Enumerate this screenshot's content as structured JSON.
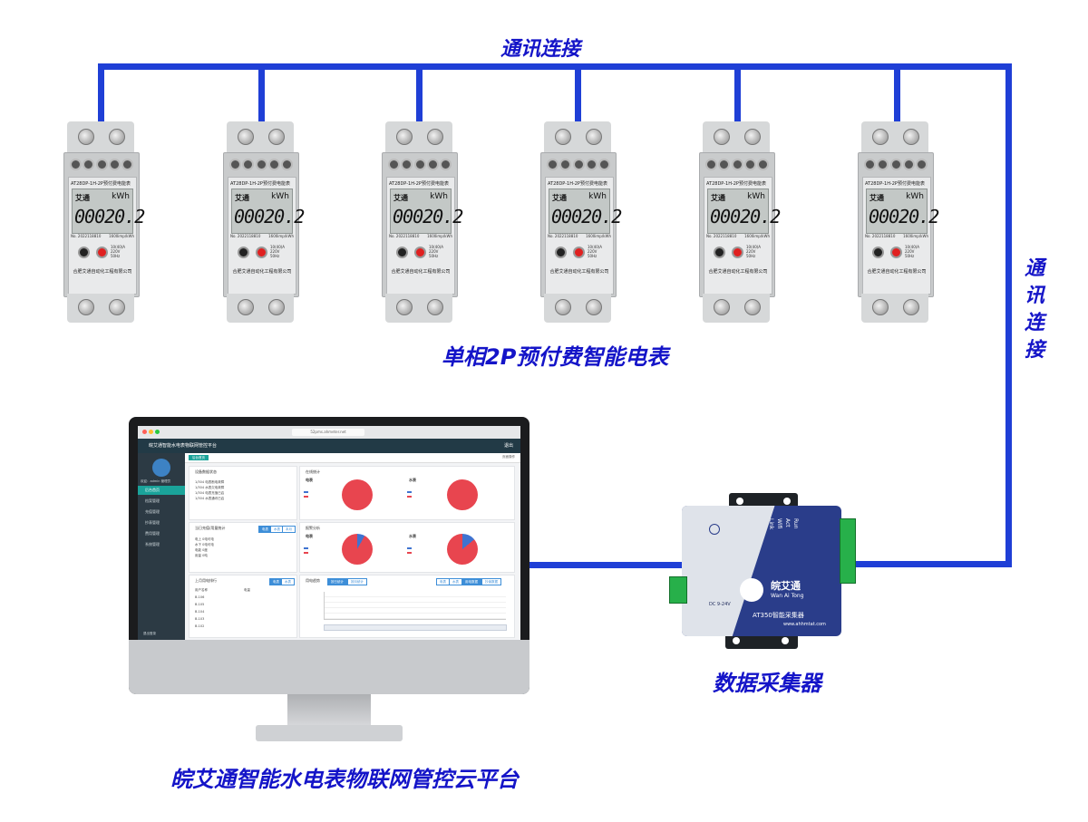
{
  "labels": {
    "comm_top": "通讯连接",
    "comm_right": [
      "通",
      "讯",
      "连",
      "接"
    ],
    "meter_caption": "单相2P预付费智能电表",
    "collector_caption": "数据采集器",
    "platform_caption": "皖艾通智能水电表物联网管控云平台"
  },
  "meter": {
    "model": "AT28DP-1H-2P预付费电能表",
    "brand": "艾通",
    "unit": "kWh",
    "reading": "00020.2",
    "serial": "No. 2022118810",
    "spec1": "1600imp/kWh",
    "spec2": "10(40)A",
    "spec3": "220V 50Hz",
    "maker": "合肥艾通自动化工程有限公司",
    "count": 6
  },
  "platform": {
    "url": "52pms.ahmeter.net",
    "title": "皖艾通智能水电表物联网管控平台",
    "exit": "退出",
    "user": "欢迎：admin  管理员",
    "menu": [
      "后台首页",
      "档案管理",
      "充值管理",
      "抄表管理",
      "费用管理",
      "系统管理"
    ],
    "sidebar_footer": "退出登录",
    "tab": "后台首页",
    "tab_right": "页面操作",
    "panels": {
      "device_status": {
        "title": "设备数据状态",
        "lines": [
          "1/304 电表断电故障",
          "1/304 水表欠电故障",
          "1/304 电表充值已启",
          "1/304 水表通讯已启"
        ]
      },
      "online_chart": {
        "title": "在线统计",
        "electric_label": "电表",
        "water_label": "水表"
      },
      "recharge": {
        "title": "当日充值/用量统计",
        "buttons": [
          "电表",
          "水表",
          "本月"
        ],
        "lines": [
          "电上 0电可电",
          "水下 0电可电",
          "电能 0度",
          "用量 0吨"
        ]
      },
      "alarm_chart": {
        "title": "报警分析",
        "electric_label": "电表",
        "water_label": "水表"
      },
      "ranking": {
        "title": "上月用电排行",
        "buttons": [
          "电表",
          "水表"
        ],
        "columns": [
          "用户名称",
          "电量"
        ],
        "rows": [
          "B-106",
          "B-105",
          "B-104",
          "B-103",
          "B-102"
        ]
      },
      "trend": {
        "title": "用电趋势",
        "buttons": [
          "按日统计",
          "按月统计"
        ],
        "right_buttons": [
          "电表",
          "水表",
          "用电数据",
          "抄读数据"
        ]
      }
    }
  },
  "collector": {
    "brand": "皖艾通",
    "brand_pinyin": "Wan Ai Tong",
    "model": "AT350智能采集器",
    "website": "www.ahhmtat.com",
    "power": "DC 9-24V",
    "leds": [
      "Run",
      "Act",
      "Wifi",
      "Link"
    ]
  },
  "colors": {
    "wire": "#1f3fd6",
    "caption": "#1414c8",
    "pie_main": "#e8454f",
    "pie_other": "#3f73d0",
    "accent": "#1aa39a"
  }
}
